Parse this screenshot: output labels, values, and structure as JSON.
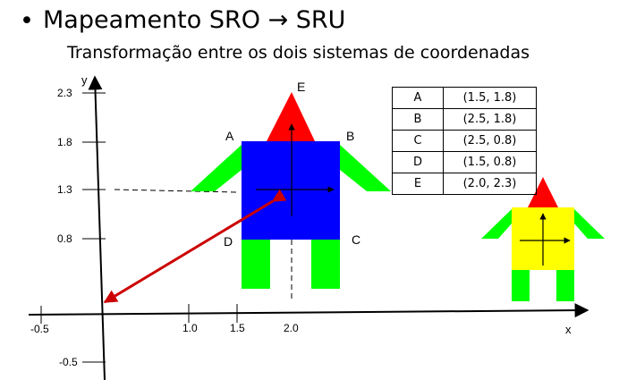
{
  "bullet": "•",
  "title": "Mapeamento SRO → SRU",
  "subtitle": "Transformação entre os dois sistemas de coordenadas",
  "axes": {
    "x_label": "x",
    "y_label": "y",
    "y_ticks": [
      "2.3",
      "1.8",
      "1.3",
      "0.8",
      "-0.5"
    ],
    "x_ticks": [
      "-0.5",
      "1.0",
      "1.5",
      "2.0"
    ]
  },
  "points": {
    "A": "A",
    "B": "B",
    "C": "C",
    "D": "D",
    "E": "E"
  },
  "table": {
    "rows": [
      {
        "name": "A",
        "coords": "(1.5, 1.8)"
      },
      {
        "name": "B",
        "coords": "(2.5, 1.8)"
      },
      {
        "name": "C",
        "coords": "(2.5, 0.8)"
      },
      {
        "name": "D",
        "coords": "(1.5, 0.8)"
      },
      {
        "name": "E",
        "coords": "(2.0, 2.3)"
      }
    ]
  },
  "colors": {
    "body_large": "#0000ff",
    "head": "#ff0000",
    "limbs": "#00ff00",
    "body_small": "#ffff00",
    "arrow": "#cc0000"
  }
}
